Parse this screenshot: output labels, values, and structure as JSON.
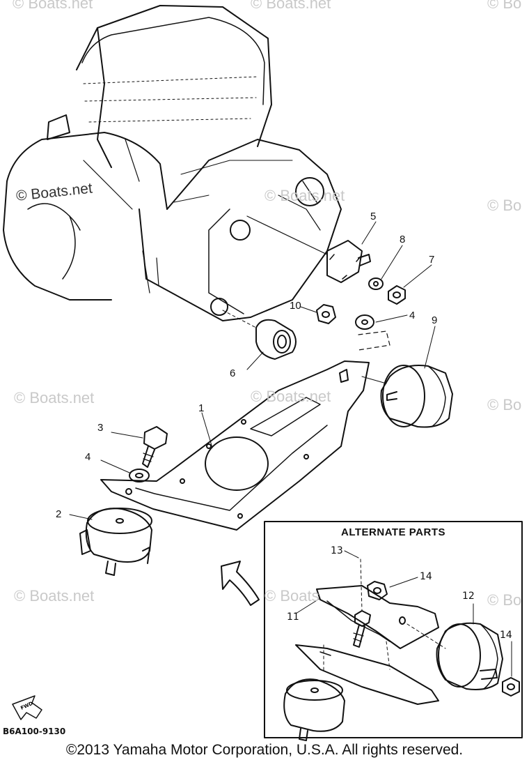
{
  "watermarks": {
    "top_left": "© Boats.net",
    "top_mid": "© Boats.net",
    "top_right": "© Bo",
    "engine_mark": "© Boats.net",
    "engine_mid": "© Boats.net",
    "right_1": "© Bo",
    "mid_left": "© Boats.net",
    "mid_center": "© Boats.net",
    "right_2": "© Bo",
    "low_left": "© Boats.net",
    "low_inset": "© Boats",
    "right_3": "© Bo"
  },
  "callouts": {
    "c1": "1",
    "c2": "2",
    "c3": "3",
    "c4a": "4",
    "c4b": "4",
    "c5": "5",
    "c6": "6",
    "c7": "7",
    "c8": "8",
    "c9": "9",
    "c10": "10",
    "c11": "11",
    "c12": "12",
    "c13": "13",
    "c14a": "14",
    "c14b": "14"
  },
  "inset": {
    "title": "ALTERNATE PARTS"
  },
  "fwd_label": "FWD",
  "figure_code": "B6A100-9130",
  "copyright": "©2013 Yamaha Motor Corporation, U.S.A. All rights reserved."
}
